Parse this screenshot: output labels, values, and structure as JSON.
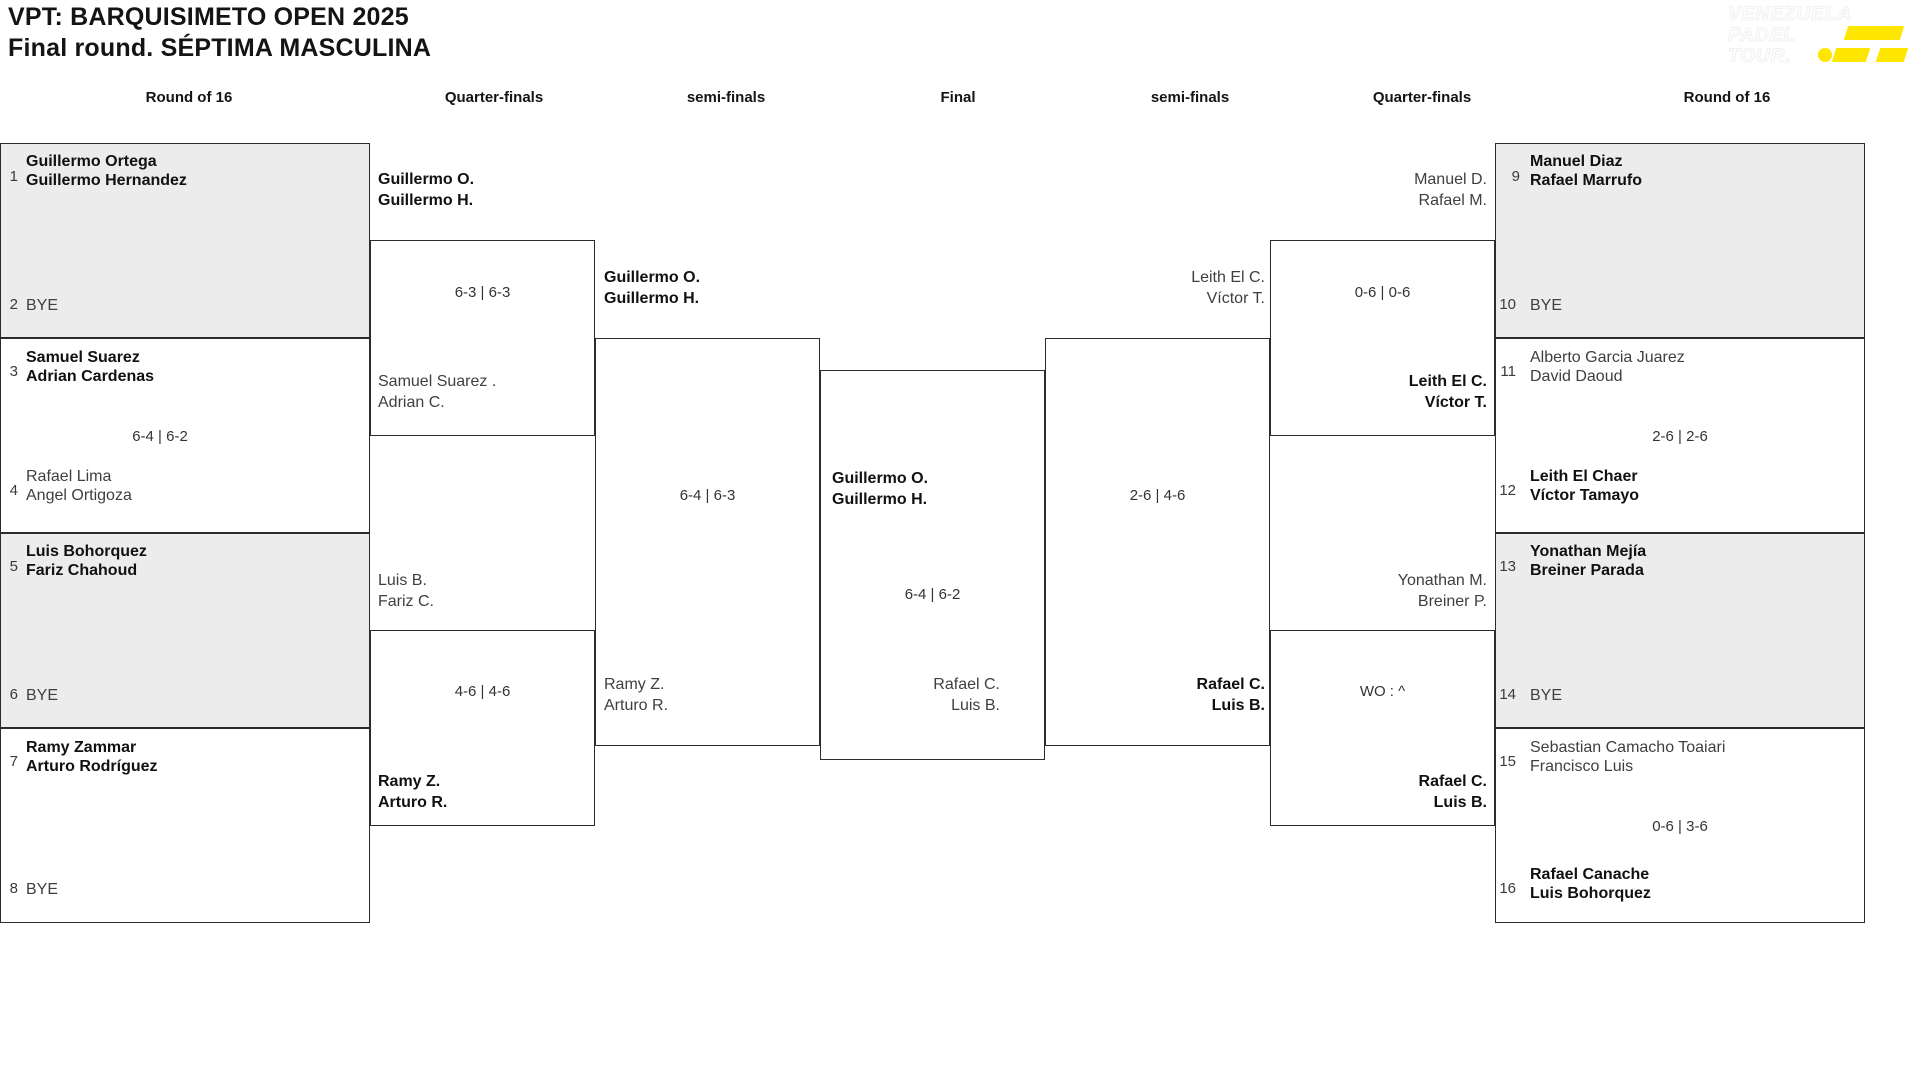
{
  "header": {
    "title_line1": "VPT: BARQUISIMETO OPEN 2025",
    "title_line2": "Final round. SÉPTIMA MASCULINA"
  },
  "logo": {
    "line1": "VENEZUELA",
    "line2": "PADEL",
    "line3": "TOUR.",
    "accent_color": "#ffe600"
  },
  "round_headers": {
    "left_r16": "Round of 16",
    "left_qf": "Quarter-finals",
    "left_sf": "semi-finals",
    "final": "Final",
    "right_sf": "semi-finals",
    "right_qf": "Quarter-finals",
    "right_r16": "Round of 16"
  },
  "left_r16": [
    {
      "seed": "1",
      "line1": "Guillermo Ortega",
      "line2": "Guillermo Hernandez",
      "state": "win",
      "shaded": true
    },
    {
      "seed": "2",
      "line1": "BYE",
      "line2": "",
      "state": "bye",
      "shaded": true
    },
    {
      "seed": "3",
      "line1": "Samuel Suarez",
      "line2": "Adrian Cardenas",
      "state": "win",
      "shaded": false
    },
    {
      "seed": "4",
      "line1": "Rafael Lima",
      "line2": "Angel Ortigoza",
      "state": "lose",
      "shaded": false
    },
    {
      "seed": "5",
      "line1": "Luis Bohorquez",
      "line2": "Fariz Chahoud",
      "state": "win",
      "shaded": true
    },
    {
      "seed": "6",
      "line1": "BYE",
      "line2": "",
      "state": "bye",
      "shaded": true
    },
    {
      "seed": "7",
      "line1": "Ramy Zammar",
      "line2": "Arturo Rodríguez",
      "state": "win",
      "shaded": false
    },
    {
      "seed": "8",
      "line1": "BYE",
      "line2": "",
      "state": "bye",
      "shaded": false
    }
  ],
  "right_r16": [
    {
      "seed": "9",
      "line1": "Manuel Diaz",
      "line2": "Rafael Marrufo",
      "state": "win",
      "shaded": true
    },
    {
      "seed": "10",
      "line1": "BYE",
      "line2": "",
      "state": "bye",
      "shaded": true
    },
    {
      "seed": "11",
      "line1": "Alberto Garcia Juarez",
      "line2": "David Daoud",
      "state": "lose",
      "shaded": false
    },
    {
      "seed": "12",
      "line1": "Leith El Chaer",
      "line2": "Víctor Tamayo",
      "state": "win",
      "shaded": false
    },
    {
      "seed": "13",
      "line1": "Yonathan Mejía",
      "line2": "Breiner Parada",
      "state": "win",
      "shaded": true
    },
    {
      "seed": "14",
      "line1": "BYE",
      "line2": "",
      "state": "bye",
      "shaded": true
    },
    {
      "seed": "15",
      "line1": "Sebastian Camacho Toaiari",
      "line2": "Francisco Luis",
      "state": "lose",
      "shaded": false
    },
    {
      "seed": "16",
      "line1": "Rafael Canache",
      "line2": "Luis Bohorquez",
      "state": "win",
      "shaded": false
    }
  ],
  "left_r16_scores": [
    {
      "value": "6-4 | 6-2"
    }
  ],
  "right_r16_scores": [
    {
      "value": "2-6 | 2-6"
    },
    {
      "value": "0-6 | 3-6"
    }
  ],
  "left_qf": {
    "top_match": {
      "winner_line1": "Guillermo O.",
      "winner_line2": "Guillermo H.",
      "loser_line1": "Samuel Suarez .",
      "loser_line2": "Adrian C.",
      "score": "6-3 | 6-3"
    },
    "bottom_match": {
      "loser_line1": "Luis B.",
      "loser_line2": "Fariz C.",
      "winner_line1": "Ramy Z.",
      "winner_line2": "Arturo R.",
      "score": "4-6 | 4-6"
    }
  },
  "right_qf": {
    "top_match": {
      "loser_line1": "Manuel D.",
      "loser_line2": "Rafael M.",
      "winner_line1": "Leith El C.",
      "winner_line2": "Víctor T.",
      "score": "0-6 | 0-6"
    },
    "bottom_match": {
      "loser_line1": "Yonathan M.",
      "loser_line2": "Breiner P.",
      "winner_line1": "Rafael C.",
      "winner_line2": "Luis B.",
      "score": "WO : ^"
    }
  },
  "left_sf": {
    "winner_line1": "Guillermo O.",
    "winner_line2": "Guillermo H.",
    "loser_line1": "Ramy Z.",
    "loser_line2": "Arturo R.",
    "score": "6-4 | 6-3"
  },
  "right_sf": {
    "loser_line1": "Leith El C.",
    "loser_line2": "Víctor T.",
    "winner_line1": "Rafael C.",
    "winner_line2": "Luis B.",
    "score": "2-6 | 4-6"
  },
  "final": {
    "champion_line1": "Guillermo O.",
    "champion_line2": "Guillermo H.",
    "runner_line1": "Rafael C.",
    "runner_line2": "Luis B.",
    "score": "6-4 | 6-2"
  }
}
